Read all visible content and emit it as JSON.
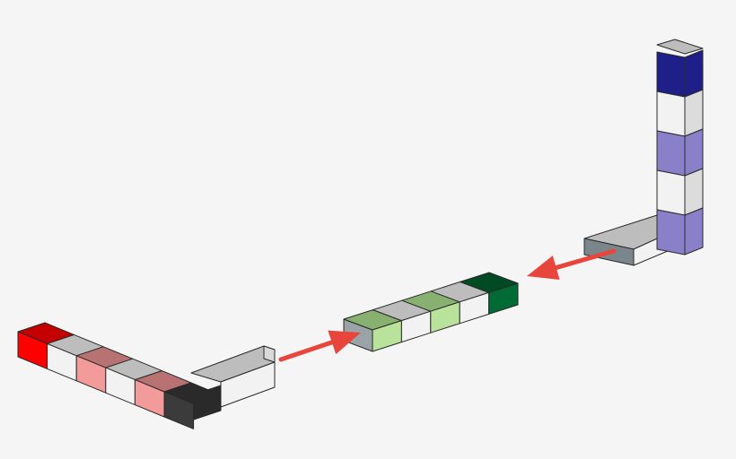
{
  "diagram": {
    "background": "#f5f5f6",
    "outline_color": "#2a2a2a",
    "arrow_color": "#e8463d",
    "bars": [
      {
        "name": "red-bar",
        "segment_colors": [
          "#ff0000",
          "#f2f2f2",
          "#f39a9a",
          "#f2f2f2",
          "#f39a9a",
          "#3b3b3b"
        ],
        "top_colors": [
          "#c40000",
          "#bdbdbd",
          "#b87272",
          "#bdbdbd",
          "#b87272",
          "#2a2a2a"
        ],
        "extension_color": "#f2f2f2"
      },
      {
        "name": "green-bar",
        "segment_colors": [
          "#b9e29a",
          "#f2f2f2",
          "#b9e29a",
          "#f2f2f2",
          "#006b34"
        ],
        "top_colors": [
          "#88b070",
          "#bdbdbd",
          "#88b070",
          "#bdbdbd",
          "#004a24"
        ],
        "end_cap_color": "#9aa3a6"
      },
      {
        "name": "blue-bar",
        "segment_colors": [
          "#1f1f8a",
          "#f2f2f2",
          "#8a80c9",
          "#f2f2f2",
          "#8a80c9"
        ],
        "foot_color": "#f2f2f2",
        "foot_cap_color": "#7b868c"
      }
    ],
    "arrows": [
      {
        "name": "arrow-red-to-green",
        "direction": "up-right"
      },
      {
        "name": "arrow-blue-to-green",
        "direction": "down-left"
      }
    ]
  }
}
